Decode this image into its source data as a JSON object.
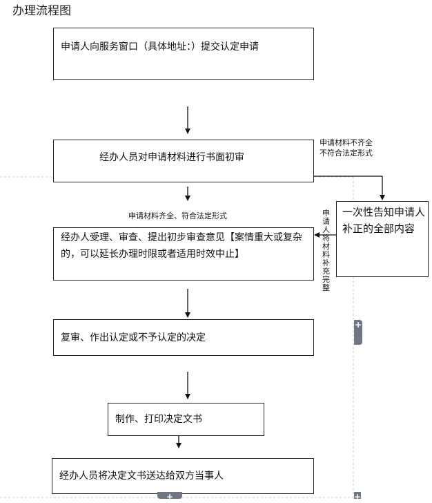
{
  "title": "办理流程图",
  "steps": {
    "submit": "申请人向服务窗口（具体地址：）提交认定申请",
    "review": "经办人员对申请材料进行书面初审",
    "accept": "经办人受理、审查、提出初步审查意见【案情重大或复杂的，可以延长办理时限或者适用时效中止】",
    "decide": "复审、作出认定或不予认定的决定",
    "print": "制作、打印决定文书",
    "deliver": "经办人员将决定文书送达给双方当事人",
    "notify": "一次性告知申请人补正的全部内容"
  },
  "labels": {
    "incomplete": "申请材料不齐全 不符合法定形式",
    "complete": "申请材料齐全、符合法定形式",
    "resubmit": "申请人将材料补充完整"
  }
}
